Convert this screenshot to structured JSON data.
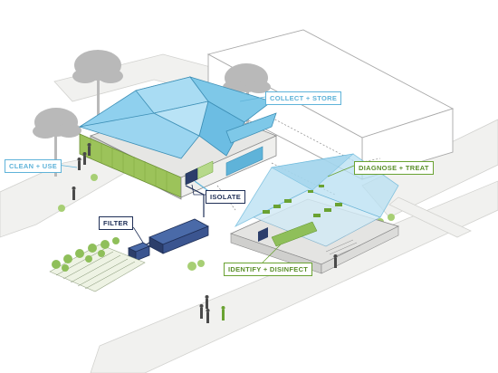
{
  "labels": {
    "collect_store": "COLLECT + STORE",
    "clean_use": "CLEAN + USE",
    "diagnose_treat": "DIAGNOSE + TREAT",
    "isolate": "ISOLATE",
    "filter": "FILTER",
    "identify_disinfect": "IDENTIFY + DISINFECT"
  },
  "colors": {
    "water_blue": "#5fb3d9",
    "roof_blue": "#7ec8e8",
    "green_accent": "#6aa232",
    "navy": "#1f2f57"
  }
}
